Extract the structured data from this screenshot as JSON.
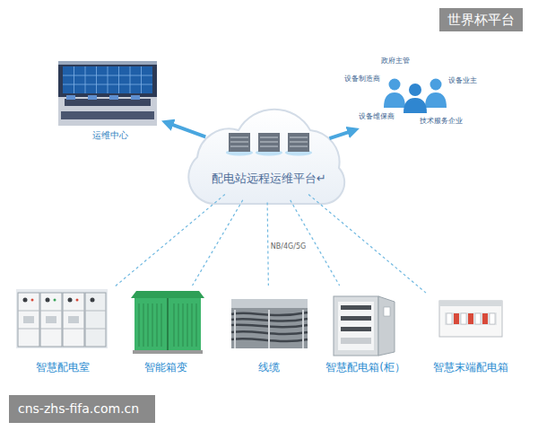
{
  "diagram": {
    "nodes": [
      {
        "text": [
          "运维中心"
        ]
      },
      {
        "text": [
          "配电站远程运维平台↵"
        ]
      },
      {
        "text": [
          "政府主管",
          "设备制造商",
          "设备业主",
          "设备维保商",
          "技术服务企业"
        ]
      },
      {
        "text": [
          "智慧配电室"
        ]
      },
      {
        "text": [
          "智能箱变"
        ]
      },
      {
        "text": [
          "线缆"
        ]
      },
      {
        "text": [
          "智慧配电箱(柜）"
        ]
      },
      {
        "text": [
          "智慧末端配电箱"
        ]
      }
    ],
    "edges": [
      {
        "from": 1,
        "to": 0,
        "arrow": "to"
      },
      {
        "from": 1,
        "to": 2,
        "arrow": "to"
      },
      {
        "from": 1,
        "to": 3,
        "arrow": "none"
      },
      {
        "from": 1,
        "to": 4,
        "arrow": "none"
      },
      {
        "from": 1,
        "to": 5,
        "arrow": "none",
        "label": "NB/4G/5G"
      },
      {
        "from": 1,
        "to": 6,
        "arrow": "none"
      },
      {
        "from": 1,
        "to": 7,
        "arrow": "none"
      }
    ],
    "labels": [
      "世界杯平台",
      "cns-zhs-fifa.com.cn"
    ]
  }
}
